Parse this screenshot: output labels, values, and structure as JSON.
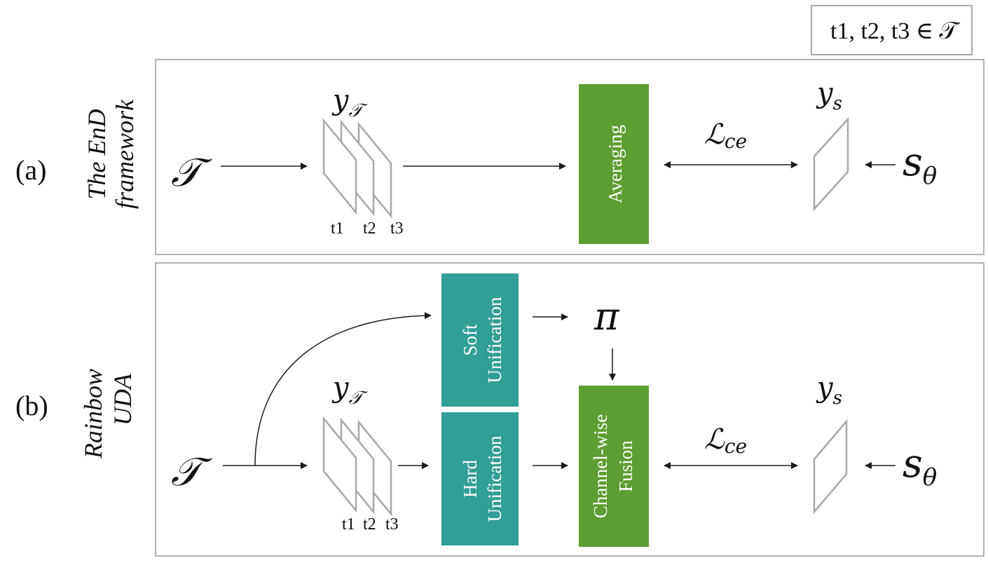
{
  "legend": {
    "set": "t1, t2, t3 ∈ 𝒯",
    "set_t1": "t1",
    "set_t2": "t2",
    "set_t3": "t3",
    "set_member": "∈",
    "set_T": "𝒯"
  },
  "panel_a": {
    "tag": "(a)",
    "title_line1": "The EnD",
    "title_line2": "framework",
    "teacher_set": "𝒯",
    "teacher_output_main": "y",
    "teacher_output_sub": "𝒯",
    "stack_labels": [
      "t1",
      "t2",
      "t3"
    ],
    "averaging": "Averaging",
    "loss_main": "ℒ",
    "loss_sub": "ce",
    "student_output_main": "y",
    "student_output_sub": "s",
    "student_main": "s",
    "student_sub": "θ"
  },
  "panel_b": {
    "tag": "(b)",
    "title_line1": "Rainbow",
    "title_line2": "UDA",
    "teacher_set": "𝒯",
    "teacher_output_main": "y",
    "teacher_output_sub": "𝒯",
    "stack_labels": [
      "t1",
      "t2",
      "t3"
    ],
    "soft_unification_line1": "Soft",
    "soft_unification_line2": "Unification",
    "hard_unification_line1": "Hard",
    "hard_unification_line2": "Unification",
    "pi": "π",
    "fusion_line1": "Channel-wise",
    "fusion_line2": "Fusion",
    "loss_main": "ℒ",
    "loss_sub": "ce",
    "student_output_main": "y",
    "student_output_sub": "s",
    "student_main": "s",
    "student_sub": "θ"
  },
  "colors": {
    "green": "#5c9e31",
    "teal": "#319e97",
    "panel_border": "#9a9a9a",
    "stack_stroke": "#a8a8a8",
    "arrow": "#1a1a1a"
  }
}
